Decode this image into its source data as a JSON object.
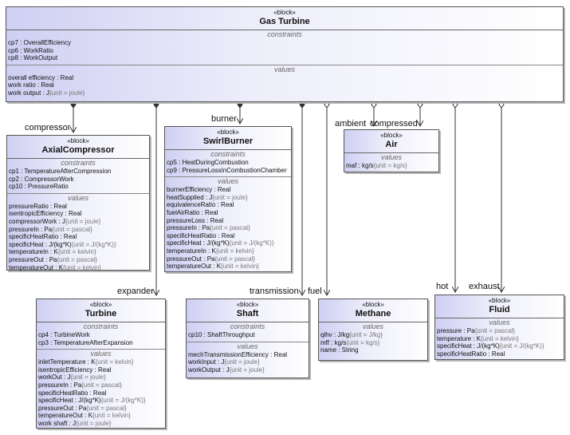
{
  "stereotype": "«block»",
  "section_titles": {
    "constraints": "constraints",
    "values": "values"
  },
  "root": {
    "name": "Gas Turbine",
    "constraints": [
      "cp7 : OverallEfficiency",
      "cp6 : WorkRatio",
      "cp8 : WorkOutput"
    ],
    "values": [
      {
        "text": "overall efficiency : Real",
        "unit": ""
      },
      {
        "text": "work ratio : Real",
        "unit": ""
      },
      {
        "text": "work output : J",
        "unit": "{unit = joule}"
      }
    ]
  },
  "parts": [
    {
      "name": "AxialCompressor",
      "role": "compressor",
      "constraints": [
        "cp1 : TemperatureAfterCompression",
        "cp2 : CompressorWork",
        "cp10 : PressureRatio"
      ],
      "values": [
        {
          "text": "pressureRatio : Real",
          "unit": ""
        },
        {
          "text": "isentropicEfficiency : Real",
          "unit": ""
        },
        {
          "text": "compressorWork : J",
          "unit": "{unit = joule}"
        },
        {
          "text": "pressureIn : Pa",
          "unit": "{unit = pascal}"
        },
        {
          "text": "specificHeatRatio : Real",
          "unit": ""
        },
        {
          "text": "specificHeat : J/(kg*K)",
          "unit": "{unit = J/(kg*K)}"
        },
        {
          "text": "temperatureIn : K",
          "unit": "{unit = kelvin}"
        },
        {
          "text": "pressureOut : Pa",
          "unit": "{unit = pascal}"
        },
        {
          "text": "temperatureOut : K",
          "unit": "{unit = kelvin}"
        }
      ]
    },
    {
      "name": "SwirlBurner",
      "role": "burner",
      "constraints": [
        "cp5 : HeatDuringCombustion",
        "cp9 : PressureLossInCombustionChamber"
      ],
      "values": [
        {
          "text": "burnerEfficiency : Real",
          "unit": ""
        },
        {
          "text": "heatSupplied : J",
          "unit": "{unit = joule}"
        },
        {
          "text": "equivalenceRatio : Real",
          "unit": ""
        },
        {
          "text": "fuelAirRatio : Real",
          "unit": ""
        },
        {
          "text": "pressureLoss : Real",
          "unit": ""
        },
        {
          "text": "pressureIn : Pa",
          "unit": "{unit = pascal}"
        },
        {
          "text": "specificHeatRatio : Real",
          "unit": ""
        },
        {
          "text": "specificHeat : J/(kg*K)",
          "unit": "{unit = J/(kg*K)}"
        },
        {
          "text": "temperatureIn : K",
          "unit": "{unit = kelvin}"
        },
        {
          "text": "pressureOut : Pa",
          "unit": "{unit = pascal}"
        },
        {
          "text": "temperatureOut : K",
          "unit": "{unit = kelvin}"
        }
      ]
    },
    {
      "name": "Air",
      "roles": [
        "ambient",
        "compressed"
      ],
      "constraints": [],
      "values": [
        {
          "text": "maf : kg/s",
          "unit": "{unit = kg/s}"
        }
      ]
    },
    {
      "name": "Turbine",
      "role": "expander",
      "constraints": [
        "cp4 : TurbineWork",
        "cp3 : TemperatureAfterExpansion"
      ],
      "values": [
        {
          "text": "inletTemperature : K",
          "unit": "{unit = kelvin}"
        },
        {
          "text": "isentropicEfficiency : Real",
          "unit": ""
        },
        {
          "text": "workOut : J",
          "unit": "{unit = joule}"
        },
        {
          "text": "pressureIn : Pa",
          "unit": "{unit = pascal}"
        },
        {
          "text": "specificHeatRatio : Real",
          "unit": ""
        },
        {
          "text": "specificHeat : J/(kg*K)",
          "unit": "{unit = J/(kg*K)}"
        },
        {
          "text": "pressureOut : Pa",
          "unit": "{unit = pascal}"
        },
        {
          "text": "temperatureOut : K",
          "unit": "{unit = kelvin}"
        },
        {
          "text": "work shaft : J",
          "unit": "{unit = joule}"
        }
      ]
    },
    {
      "name": "Shaft",
      "role": "transmission",
      "constraints": [
        "cp10 : ShaftThroughput"
      ],
      "values": [
        {
          "text": "mechTransmissionEfficiency : Real",
          "unit": ""
        },
        {
          "text": "workInput : J",
          "unit": "{unit = joule}"
        },
        {
          "text": "workOutput : J",
          "unit": "{unit = joule}"
        }
      ]
    },
    {
      "name": "Methane",
      "role": "fuel",
      "constraints": [],
      "values": [
        {
          "text": "qlhv : J/kg",
          "unit": "{unit = J/kg}"
        },
        {
          "text": "mff : kg/s",
          "unit": "{unit = kg/s}"
        },
        {
          "text": "name : String",
          "unit": ""
        }
      ]
    },
    {
      "name": "Fluid",
      "roles": [
        "hot",
        "exhaust"
      ],
      "constraints": [],
      "values": [
        {
          "text": "pressure : Pa",
          "unit": "{unit = pascal}"
        },
        {
          "text": "temperature : K",
          "unit": "{unit = kelvin}"
        },
        {
          "text": "specificHeat : J/(kg*K)",
          "unit": "{unit = J/(kg*K)}"
        },
        {
          "text": "specificHeatRatio : Real",
          "unit": ""
        }
      ]
    }
  ],
  "colors": {
    "block_fill_left": "#cfcff3",
    "block_border": "#555555",
    "line": "#333333"
  }
}
